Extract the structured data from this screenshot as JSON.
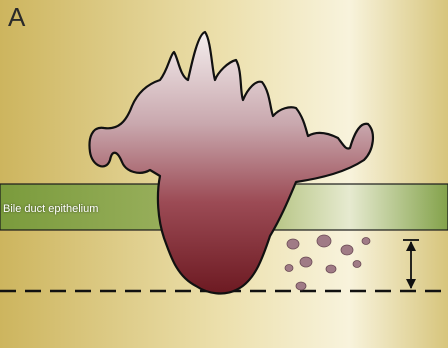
{
  "panel": {
    "letter": "A"
  },
  "labels": {
    "epithelium": "Bile duct epithelium"
  },
  "colors": {
    "background_yellow": "#c9b259",
    "background_light": "#f7f2d8",
    "epithelium_green": "#7a9b3c",
    "tumor_top": "#f4eeee",
    "tumor_bottom": "#7a1f27",
    "outline": "#111111",
    "debris": "#a07b86"
  },
  "elements": {
    "basement_line": "dashed",
    "depth_indicator": "double-arrow"
  }
}
